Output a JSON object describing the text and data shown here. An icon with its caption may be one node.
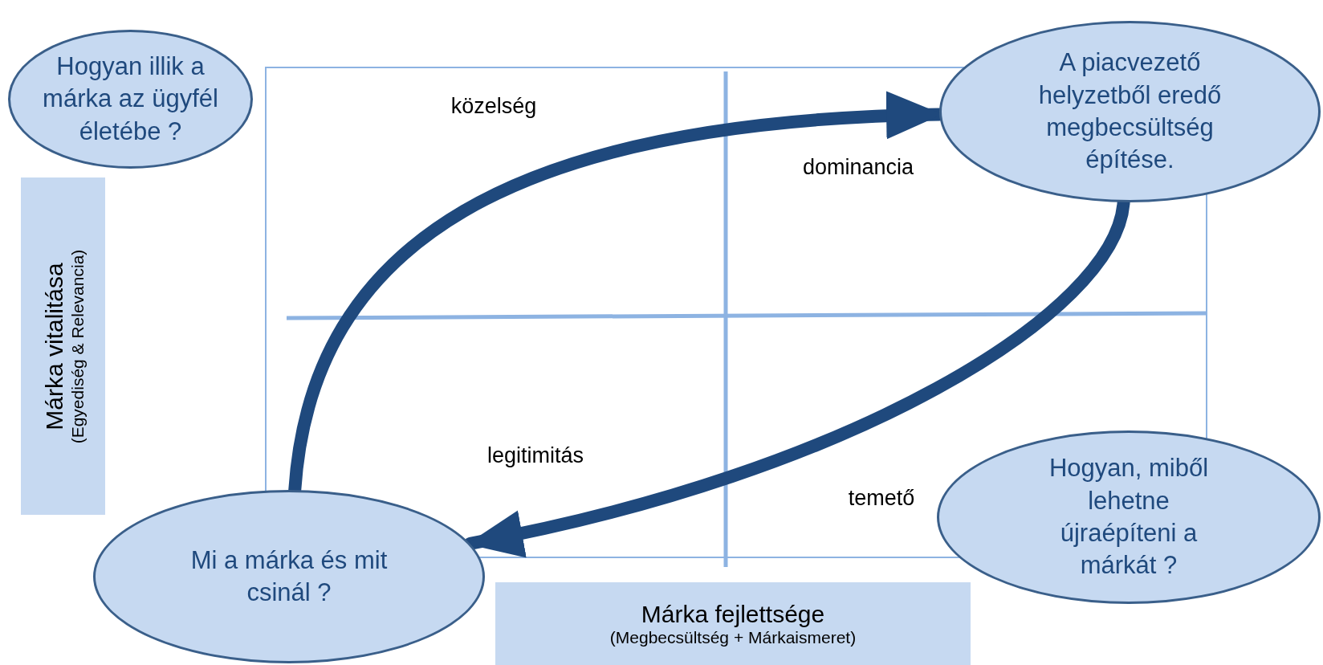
{
  "diagram": {
    "nodes": [
      {
        "text": [
          "Hogyan illik a márka az ügyfél életébe ?"
        ]
      },
      {
        "text": [
          "A piacvezető helyzetből eredő megbecsültség építése."
        ]
      },
      {
        "text": [
          "Márka vitalitása",
          "(Egyediség & Relevancia)"
        ]
      },
      {
        "text": [
          "Mi a márka és mit csinál ?"
        ]
      },
      {
        "text": [
          "Hogyan, miből lehetne újraépíteni a márkát ?"
        ]
      },
      {
        "text": [
          "Márka fejlettsége",
          "(Megbecsültség + Márkaismeret)"
        ]
      }
    ],
    "edges": [
      {
        "from": 3,
        "to": 1,
        "arrow": "to"
      },
      {
        "from": 1,
        "to": 3,
        "arrow": "to"
      }
    ],
    "labels": [
      "közelség",
      "dominancia",
      "legitimitás",
      "temető"
    ]
  }
}
